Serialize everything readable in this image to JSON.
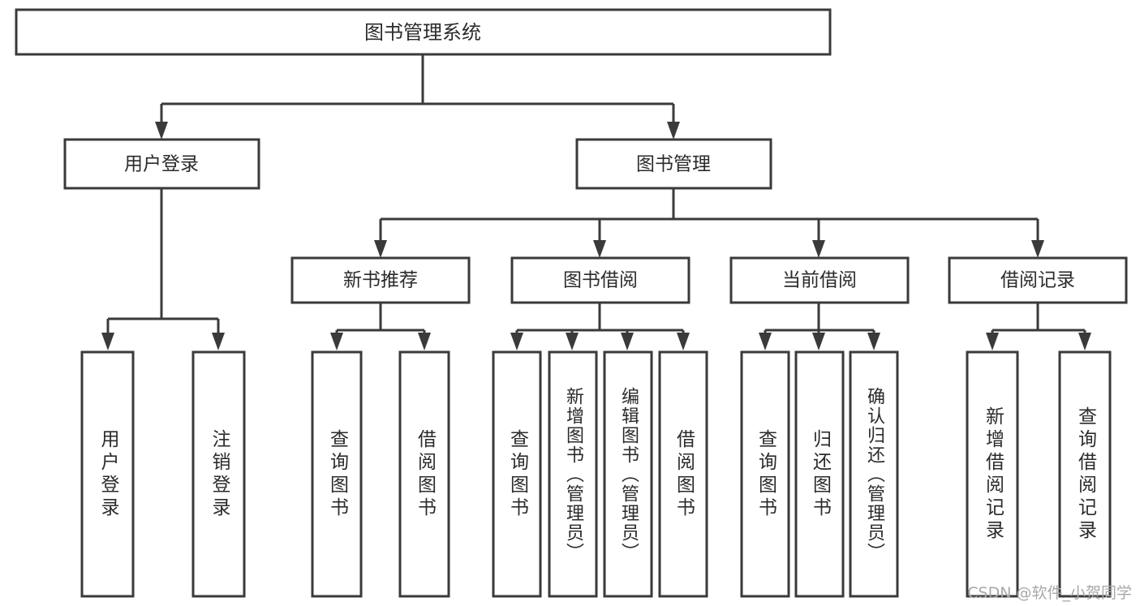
{
  "diagram": {
    "title_node": {
      "id": "root",
      "label": "图书管理系统"
    },
    "level2": [
      {
        "id": "user-login",
        "label": "用户登录"
      },
      {
        "id": "book-manage",
        "label": "图书管理"
      }
    ],
    "level3": [
      {
        "id": "new-book-recommend",
        "label": "新书推荐"
      },
      {
        "id": "book-borrow",
        "label": "图书借阅"
      },
      {
        "id": "current-borrow",
        "label": "当前借阅"
      },
      {
        "id": "borrow-record",
        "label": "借阅记录"
      }
    ],
    "leaves": [
      {
        "id": "leaf-user-login",
        "label": "用户登录",
        "parent": "user-login"
      },
      {
        "id": "leaf-logout",
        "label": "注销登录",
        "parent": "user-login"
      },
      {
        "id": "leaf-query-book-1",
        "label": "查询图书",
        "parent": "new-book-recommend"
      },
      {
        "id": "leaf-borrow-book-1",
        "label": "借阅图书",
        "parent": "new-book-recommend"
      },
      {
        "id": "leaf-query-book-2",
        "label": "查询图书",
        "parent": "book-borrow"
      },
      {
        "id": "leaf-add-book",
        "label": "新增图书（管理员）",
        "parent": "book-borrow"
      },
      {
        "id": "leaf-edit-book",
        "label": "编辑图书（管理员）",
        "parent": "book-borrow"
      },
      {
        "id": "leaf-borrow-book-2",
        "label": "借阅图书",
        "parent": "book-borrow"
      },
      {
        "id": "leaf-query-book-3",
        "label": "查询图书",
        "parent": "current-borrow"
      },
      {
        "id": "leaf-return-book",
        "label": "归还图书",
        "parent": "current-borrow"
      },
      {
        "id": "leaf-confirm-return",
        "label": "确认归还（管理员）",
        "parent": "current-borrow"
      },
      {
        "id": "leaf-add-record",
        "label": "新增借阅记录",
        "parent": "borrow-record"
      },
      {
        "id": "leaf-query-record",
        "label": "查询借阅记录",
        "parent": "borrow-record"
      }
    ],
    "colors": {
      "box_stroke": "#3a3a3a",
      "box_fill": "#ffffff",
      "text": "#2b2b2b",
      "connector": "#3a3a3a",
      "watermark": "#a8a8a8",
      "background": "#ffffff"
    }
  },
  "watermark": {
    "text": "CSDN @软件_小贺同学"
  }
}
